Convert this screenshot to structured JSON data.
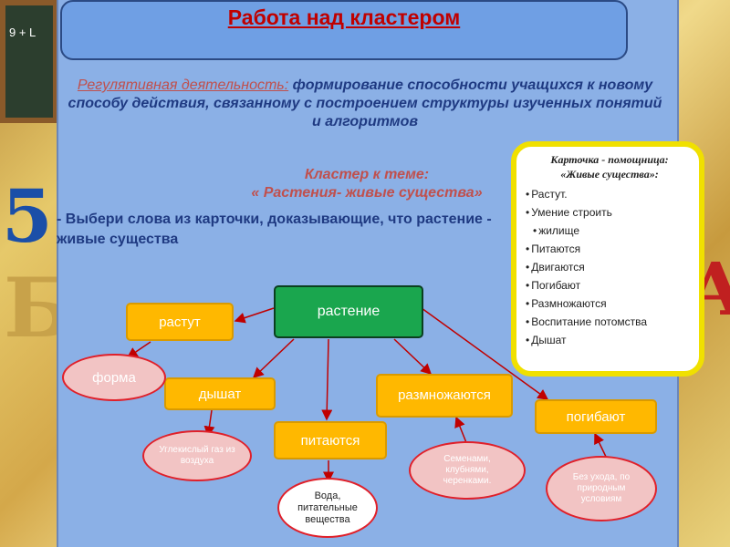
{
  "slide": {
    "title": "Работа над кластером",
    "para_lead": "Регулятивная деятельность:",
    "para_rest": " формирование способности учащихся к новому способу действия, связанному с построением структуры изученных понятий и алгоритмов",
    "cluster_line1": "Кластер к теме:",
    "cluster_line2": "« Растения- живые существа»",
    "task": "- Выбери слова из карточки, доказывающие, что растение - живые существа"
  },
  "card": {
    "title_line1": "Карточка - помощница:",
    "title_line2": "«Живые существа»:",
    "items": [
      "Растут.",
      "Умение строить",
      "жилище",
      "Питаются",
      "Двигаются",
      "Погибают",
      "Размножаются",
      "Воспитание потомства",
      "Дышат"
    ]
  },
  "diagram": {
    "center": "растение",
    "nodes": {
      "grow": "растут",
      "breathe": "дышат",
      "eat": "питаются",
      "reproduce": "размножаются",
      "die": "погибают"
    },
    "ovals": {
      "form": "форма",
      "gas": "Углекислый газ из воздуха",
      "food": "Вода, питательные вещества",
      "seeds": "Семенами, клубнями, черенками.",
      "care": "Без ухода, по природным условиям"
    }
  },
  "colors": {
    "slide_bg": "#8bb0e6",
    "title_red": "#c00000",
    "text_blue": "#1f3a82",
    "node_orange": "#ffb800",
    "node_green": "#1aa64e",
    "oval_border": "#e0202a"
  }
}
